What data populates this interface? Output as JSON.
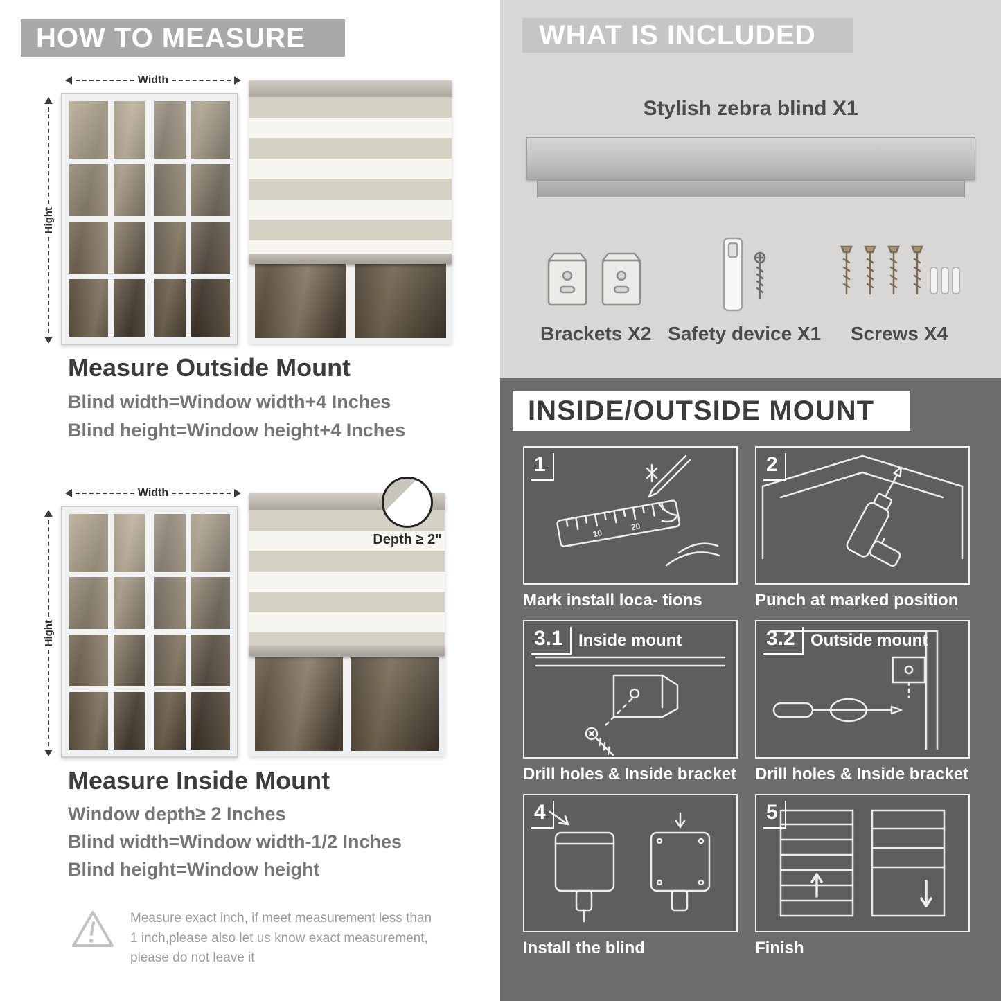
{
  "colors": {
    "left_banner": "#a9a9a9",
    "included_bg": "#d8d7d5",
    "included_banner": "#c6c5c3",
    "mount_bg": "#6c6c6c",
    "panel_bg": "#5e5e5e",
    "heading": "#3c3c3c",
    "formula_gray": "#757575"
  },
  "left": {
    "header": "HOW TO MEASURE",
    "window": {
      "width_label": "Width",
      "height_label": "Hight"
    },
    "outside": {
      "title": "Measure Outside Mount",
      "lines": [
        "Blind width=Window width+4 Inches",
        "Blind height=Window height+4 Inches"
      ]
    },
    "inside": {
      "title": "Measure Inside Mount",
      "depth_label": "Depth ≥ 2\"",
      "lines": [
        "Window depth≥ 2 Inches",
        "Blind width=Window width-1/2 Inches",
        "Blind height=Window height"
      ]
    },
    "warning": "Measure exact inch, if meet measurement less than 1 inch,please also let us know exact measurement, please do not leave it"
  },
  "right": {
    "included": {
      "header": "WHAT IS INCLUDED",
      "blind_title": "Stylish zebra blind X1",
      "items": [
        {
          "label": "Brackets X2"
        },
        {
          "label": "Safety device X1"
        },
        {
          "label": "Screws X4"
        }
      ]
    },
    "mount": {
      "header": "INSIDE/OUTSIDE MOUNT",
      "steps": [
        {
          "num": "1",
          "title": "",
          "caption": "Mark install loca- tions"
        },
        {
          "num": "2",
          "title": "",
          "caption": "Punch at  marked position"
        },
        {
          "num": "3.1",
          "title": "Inside mount",
          "caption": "Drill holes &  Inside bracket"
        },
        {
          "num": "3.2",
          "title": "Outside mount",
          "caption": "Drill holes &  Inside bracket"
        },
        {
          "num": "4",
          "title": "",
          "caption": "Install the blind"
        },
        {
          "num": "5",
          "title": "",
          "caption": "Finish"
        }
      ]
    }
  }
}
